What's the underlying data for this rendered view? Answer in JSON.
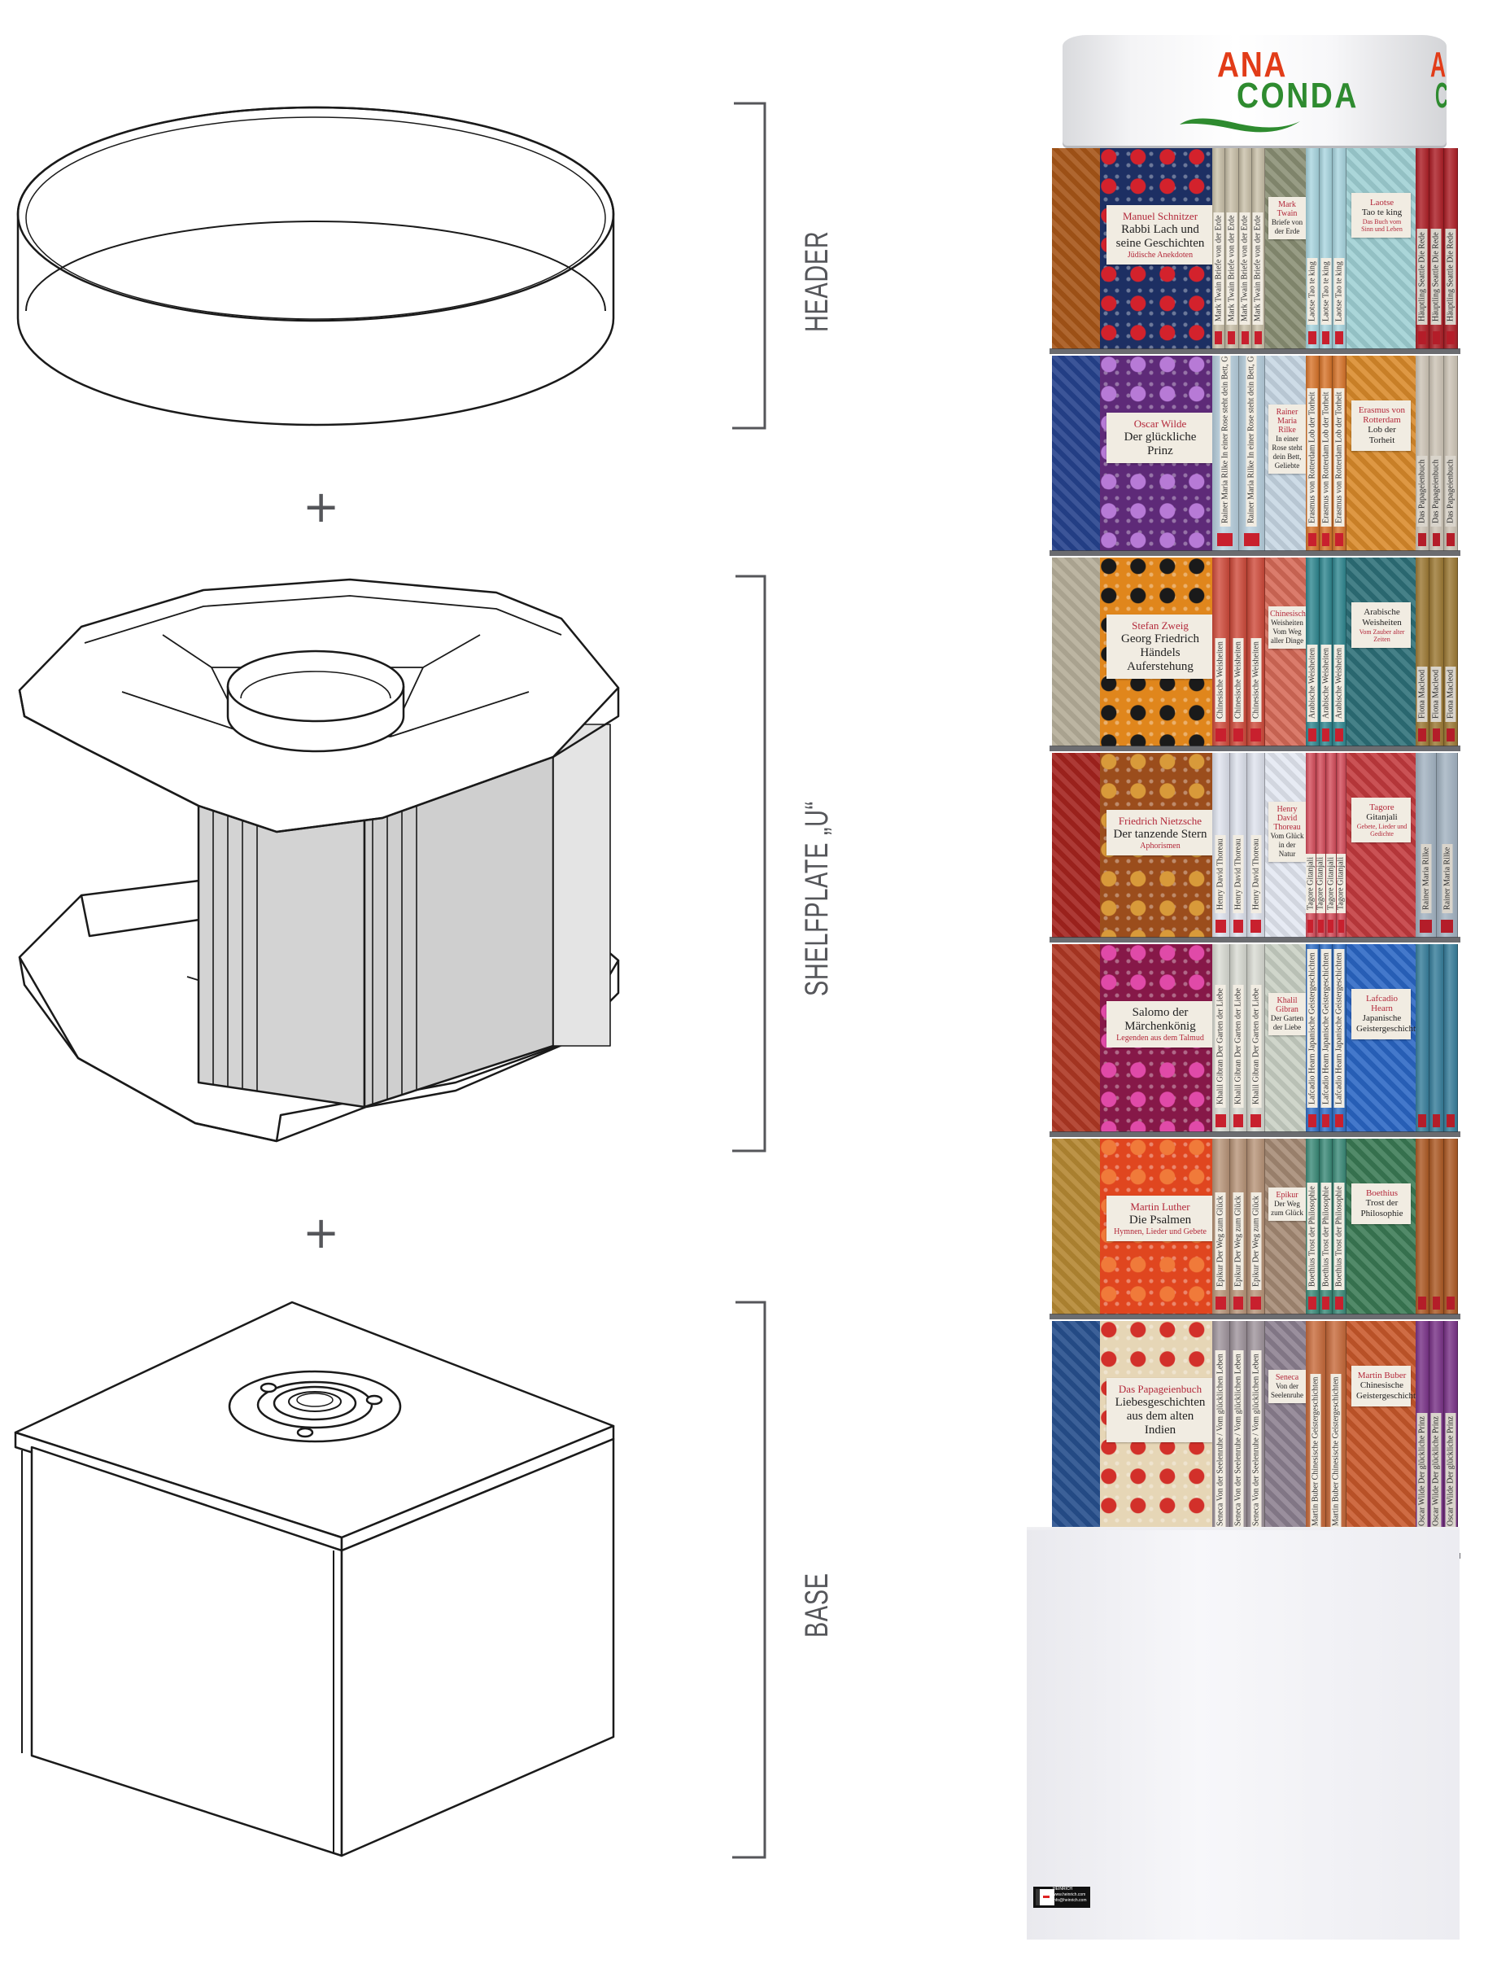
{
  "labels": {
    "header": "HEADER",
    "shelfplate": "SHELFPLATE „U“",
    "base": "BASE",
    "plus": "+"
  },
  "colors": {
    "label_gray": "#55565a",
    "logo_red": "#e23c18",
    "logo_green": "#2e8b2f"
  },
  "logo": {
    "line1": "ANA",
    "line2": "CONDA"
  },
  "sticker": {
    "lines": [
      "HEINRICH",
      "www.heinrich.com",
      "info@heinrich.com"
    ]
  },
  "rows": [
    {
      "side": "#c7661c",
      "main": {
        "author": "Manuel Schnitzer",
        "title": "Rabbi Lach und seine Geschichten",
        "subtitle": "Jüdische Anekdoten",
        "bg": "#1d2f63",
        "dot": "#d3222c"
      },
      "spinesA": {
        "text": "Mark Twain  Briefe von der Erde",
        "bg": "#c9c0a8",
        "count": 4
      },
      "mid": {
        "author": "Mark Twain",
        "title": "Briefe von der Erde",
        "bg": "#8a8f74"
      },
      "spinesB": {
        "text": "Laotse  Tao te king",
        "bg": "#a9d6e0",
        "count": 3
      },
      "right": {
        "author": "Laotse",
        "title": "Tao te king",
        "subtitle": "Das Buch vom Sinn und Leben",
        "bg": "#9fd0d4"
      },
      "far": {
        "text": "Häuptling Seattle  Die Rede",
        "bg": "#c4232c",
        "count": 3
      }
    },
    {
      "side": "#2c4fa8",
      "main": {
        "author": "Oscar Wilde",
        "title": "Der glückliche Prinz",
        "subtitle": "",
        "bg": "#5e2a78",
        "dot": "#b77ad6"
      },
      "spinesA": {
        "text": "Rainer Maria Rilke  In einer Rose steht dein Bett, Geliebte",
        "bg": "#b9d1e0",
        "count": 2
      },
      "mid": {
        "author": "Rainer Maria Rilke",
        "title": "In einer Rose steht dein Bett, Geliebte",
        "bg": "#c7d7e4"
      },
      "spinesB": {
        "text": "Erasmus von Rotterdam  Lob der Torheit",
        "bg": "#d8742a",
        "count": 3
      },
      "right": {
        "author": "Erasmus von Rotterdam",
        "title": "Lob der Torheit",
        "subtitle": "",
        "bg": "#d98a2a"
      },
      "far": {
        "text": "Das Papageienbuch",
        "bg": "#e9dfcf",
        "count": 3
      }
    },
    {
      "side": "#d8cfb6",
      "main": {
        "author": "Stefan Zweig",
        "title": "Georg Friedrich Händels Auferstehung",
        "subtitle": "",
        "bg": "#e0861c",
        "dot": "#1a1a1a"
      },
      "spinesA": {
        "text": "Chinesische Weisheiten",
        "bg": "#cf4a3a",
        "count": 3
      },
      "mid": {
        "author": "Chinesische",
        "title": "Weisheiten  Vom Weg aller Dinge",
        "bg": "#d66a58"
      },
      "spinesB": {
        "text": "Arabische Weisheiten",
        "bg": "#2f8790",
        "count": 3
      },
      "right": {
        "author": "",
        "title": "Arabische Weisheiten",
        "subtitle": "Vom Zauber alter Zeiten",
        "bg": "#2d7078"
      },
      "far": {
        "text": "Fiona Macleod",
        "bg": "#b28a3c",
        "count": 3
      }
    },
    {
      "side": "#c42a24",
      "main": {
        "author": "Friedrich Nietzsche",
        "title": "Der tanzende Stern",
        "subtitle": "Aphorismen",
        "bg": "#9b4d1c",
        "dot": "#d89a3a"
      },
      "spinesA": {
        "text": "Henry David Thoreau",
        "bg": "#dfe3ee",
        "count": 3
      },
      "mid": {
        "author": "Henry David Thoreau",
        "title": "Vom Glück in der Natur",
        "bg": "#e4e8f2"
      },
      "spinesB": {
        "text": "Tagore  Gitanjali",
        "bg": "#d44c5a",
        "count": 4
      },
      "right": {
        "author": "Tagore",
        "title": "Gitanjali",
        "subtitle": "Gebete, Lieder und Gedichte",
        "bg": "#c33a3e"
      },
      "far": {
        "text": "Rainer Maria Rilke",
        "bg": "#b9cbdc",
        "count": 2
      }
    },
    {
      "side": "#d0422a",
      "main": {
        "author": "",
        "title": "Salomo der Märchenkönig",
        "subtitle": "Legenden aus dem Talmud",
        "bg": "#861848",
        "dot": "#e04aa8"
      },
      "spinesA": {
        "text": "Khalil Gibran  Der Garten der Liebe",
        "bg": "#d9dbd3",
        "count": 3
      },
      "mid": {
        "author": "Khalil Gibran",
        "title": "Der Garten der Liebe",
        "bg": "#c9d0c4"
      },
      "spinesB": {
        "text": "Lafcadio Hearn  Japanische Geistergeschichten",
        "bg": "#2f6fc8",
        "count": 3
      },
      "right": {
        "author": "Lafcadio Hearn",
        "title": "Japanische Geistergeschichten",
        "subtitle": "",
        "bg": "#2a66c4"
      },
      "far": {
        "text": "",
        "bg": "#3f8fb0",
        "count": 3
      }
    },
    {
      "side": "#d8a23c",
      "main": {
        "author": "Martin Luther",
        "title": "Die Psalmen",
        "subtitle": "Hymnen, Lieder und Gebete",
        "bg": "#e0461f",
        "dot": "#f07a3a"
      },
      "spinesA": {
        "text": "Epikur  Der Weg zum Glück",
        "bg": "#b89478",
        "count": 3
      },
      "mid": {
        "author": "Epikur",
        "title": "Der Weg zum Glück",
        "bg": "#a58a74"
      },
      "spinesB": {
        "text": "Boethius  Trost der Philosophie",
        "bg": "#3a8a78",
        "count": 3
      },
      "right": {
        "author": "Boethius",
        "title": "Trost der Philosophie",
        "subtitle": "",
        "bg": "#3a7a54"
      },
      "far": {
        "text": "",
        "bg": "#c4662a",
        "count": 3
      }
    },
    {
      "side": "#2e5ea8",
      "main": {
        "author": "Das Papageienbuch",
        "title": "Liebesgeschichten aus dem alten Indien",
        "subtitle": "",
        "bg": "#e6d6b6",
        "dot": "#d2302a"
      },
      "spinesA": {
        "text": "Seneca  Von der Seelenruhe / Vom glücklichen Leben",
        "bg": "#9f949c",
        "count": 3
      },
      "mid": {
        "author": "Seneca",
        "title": "Von der Seelenruhe",
        "bg": "#8c8090"
      },
      "spinesB": {
        "text": "Martin Buber  Chinesische Geistergeschichten",
        "bg": "#c86a3a",
        "count": 2
      },
      "right": {
        "author": "Martin Buber",
        "title": "Chinesische Geistergeschichten",
        "subtitle": "",
        "bg": "#c8582a"
      },
      "far": {
        "text": "Oscar Wilde  Der glückliche Prinz",
        "bg": "#8a3a9a",
        "count": 3
      }
    }
  ]
}
